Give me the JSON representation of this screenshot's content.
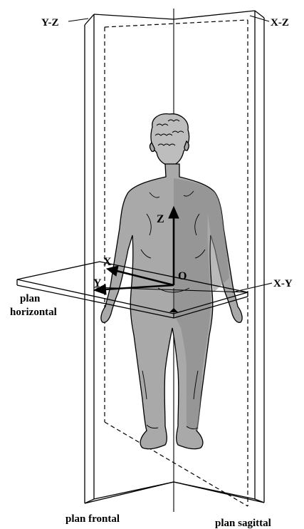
{
  "planes": {
    "yz": "Y-Z",
    "xz": "X-Z",
    "xy": "X-Y"
  },
  "axes": {
    "z": "Z",
    "x": "X",
    "y": "Y",
    "origin": "O"
  },
  "labels": {
    "horizontal_line1": "plan",
    "horizontal_line2": "horizontal",
    "frontal": "plan frontal",
    "sagittal": "plan sagittal"
  },
  "colors": {
    "line": "#000000",
    "body_fill": "#a9a9a9",
    "body_shade": "#8a8a8a",
    "hair_fill": "#bdbdbd",
    "background": "#ffffff"
  }
}
